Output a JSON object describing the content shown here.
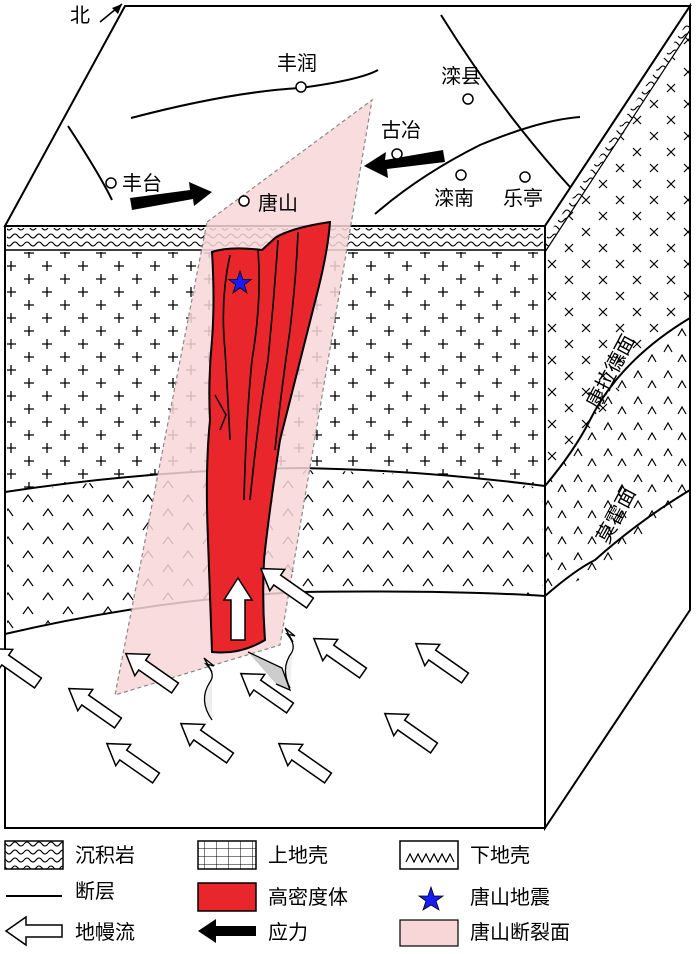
{
  "colors": {
    "high_density": "#e8262b",
    "rupture_plane": "#f8d6d8",
    "earthquake_star": "#1a1aff",
    "stress_arrow": "#000000",
    "outline": "#000000"
  },
  "map": {
    "north": "北",
    "places": [
      "丰润",
      "滦县",
      "古冶",
      "丰台",
      "唐山",
      "滦南",
      "乐亭"
    ]
  },
  "interfaces": {
    "conrad": "康拉德面",
    "moho": "莫霍面"
  },
  "legend": {
    "sedimentary": "沉积岩",
    "upper_crust": "上地壳",
    "lower_crust": "下地壳",
    "fault": "断层",
    "high_density_body": "高密度体",
    "tangshan_earthquake": "唐山地震",
    "mantle_flow": "地幔流",
    "stress": "应力",
    "rupture_plane": "唐山断裂面"
  }
}
